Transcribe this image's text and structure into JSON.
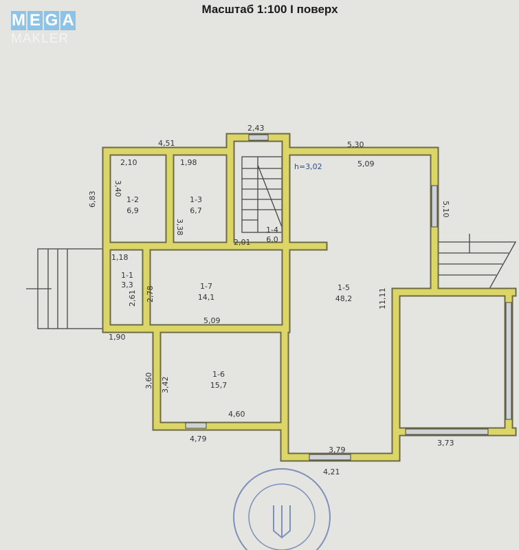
{
  "title": "Масштаб 1:100 I поверх",
  "logo": {
    "line1": "MEGA",
    "line2": "MAKLER"
  },
  "height_note": "h=3,02",
  "rooms": [
    {
      "id": "1-1",
      "area": "3,3"
    },
    {
      "id": "1-2",
      "area": "6,9"
    },
    {
      "id": "1-3",
      "area": "6,7"
    },
    {
      "id": "1-4",
      "area": "6,0"
    },
    {
      "id": "1-5",
      "area": "48,2"
    },
    {
      "id": "1-6",
      "area": "15,7"
    },
    {
      "id": "1-7",
      "area": "14,1"
    }
  ],
  "dimensions": {
    "top_left": "4,51",
    "stair_top": "2,43",
    "top_right_outer": "5,30",
    "top_right_inner": "5,09",
    "r2_width": "2,10",
    "r3_width": "1,98",
    "r2_height": "3,40",
    "left_outer": "6,83",
    "r3_height": "3,38",
    "r4_width": "2,01",
    "r1_top": "1,18",
    "r1_height": "2,61",
    "r7_height": "2,78",
    "r7_width": "5,09",
    "left_bottom": "1,90",
    "r6_outer_h": "3,60",
    "r6_inner_h": "3,42",
    "r6_inner_w": "4,60",
    "r6_outer_w": "4,79",
    "r5_inner_bottom": "3,79",
    "r5_outer_bottom": "4,21",
    "garage_bottom": "3,73",
    "right_wall": "5,10",
    "r5_height": "11,11"
  },
  "colors": {
    "wall": "#dcd669",
    "stamp": "#2c4c9a",
    "paper": "#e4e4e1"
  }
}
